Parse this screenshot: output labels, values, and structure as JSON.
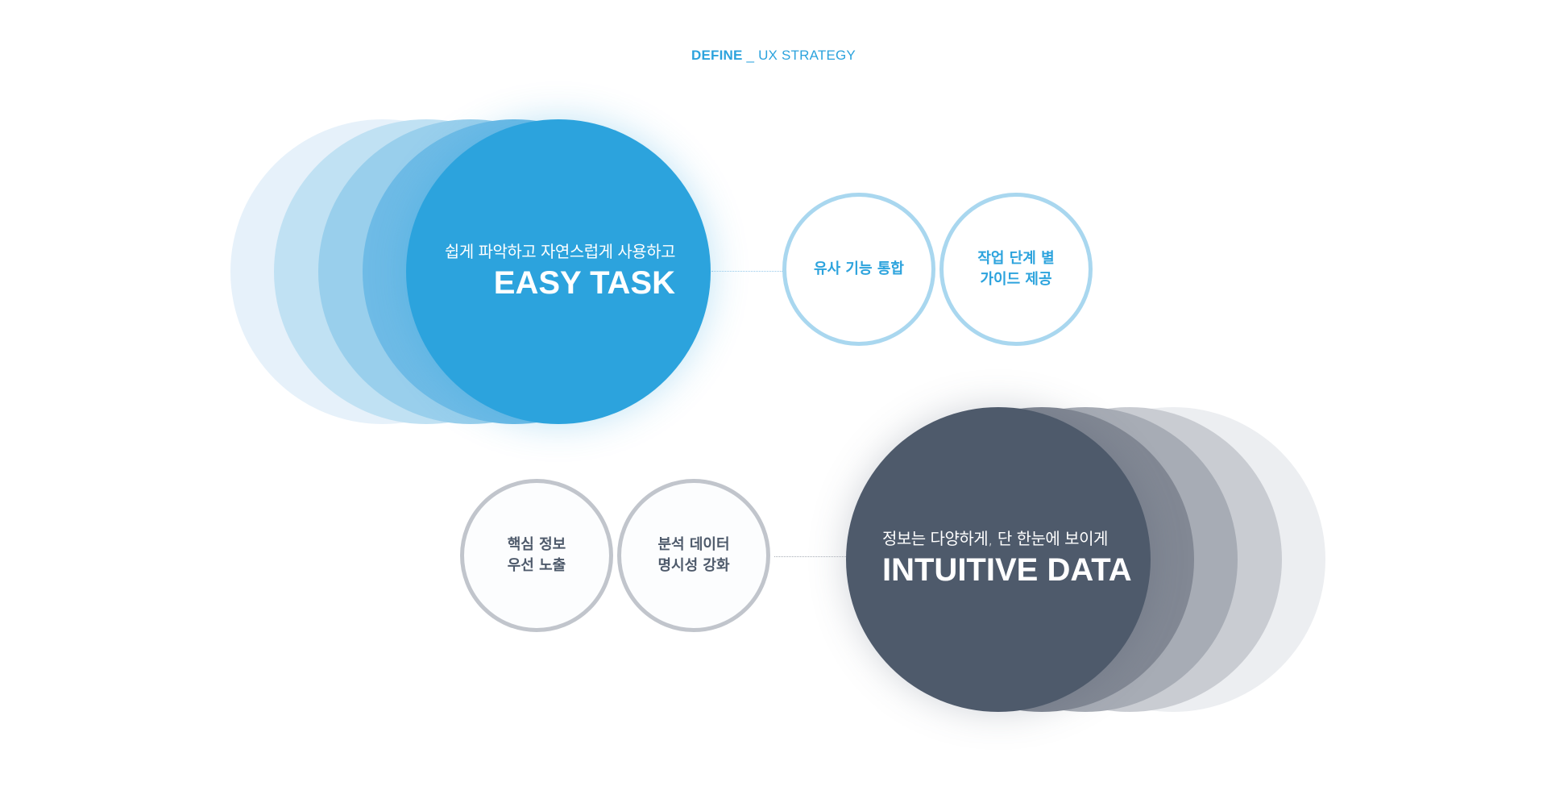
{
  "header": {
    "strong": "DEFINE",
    "light": " _ UX STRATEGY"
  },
  "easy_task": {
    "subtitle": "쉽게 파악하고 자연스럽게 사용하고",
    "title": "EASY TASK",
    "points": [
      "유사 기능 통합",
      "작업 단계 별\n가이드 제공"
    ]
  },
  "intuitive_data": {
    "subtitle": "정보는 다양하게, 단 한눈에 보이게",
    "title": "INTUITIVE DATA",
    "points": [
      "핵심 정보\n우선 노출",
      "분석 데이터\n명시성 강화"
    ]
  },
  "colors": {
    "accent_blue": "#2ca3dd",
    "accent_gray": "#4e5a6b"
  }
}
